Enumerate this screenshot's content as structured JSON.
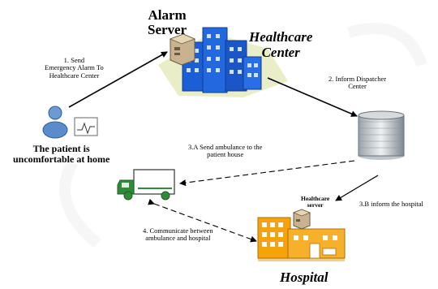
{
  "nodes": {
    "alarm_server": "Alarm\nServer",
    "healthcare_center": "Healthcare\nCenter",
    "patient": "The patient is\nuncomfortable at home",
    "healthcare_server": "Healthcare\nserver",
    "hospital": "Hospital"
  },
  "steps": {
    "s1": "1. Send\nEmergency Alarm To\nHealthcare Center",
    "s2": "2. Inform Dispatcher\nCenter",
    "s3a": "3.A Send ambulance to the\npatient house",
    "s3b": "3.B inform the hospital",
    "s4": "4. Communicate between\nambulance and hospital"
  },
  "colors": {
    "building_blue": "#1c5ed6",
    "building_orange": "#f5a30a",
    "patient_blue": "#5a8ccc",
    "ambulance_green": "#2f8b3a"
  }
}
